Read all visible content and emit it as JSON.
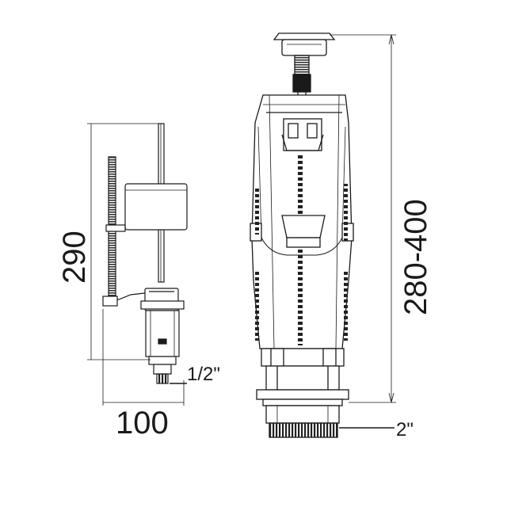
{
  "diagram": {
    "fill_valve": {
      "height_label": "290",
      "width_label": "100",
      "inlet_label": "1/2\""
    },
    "flush_valve": {
      "height_label": "280-400",
      "outlet_label": "2\""
    }
  }
}
